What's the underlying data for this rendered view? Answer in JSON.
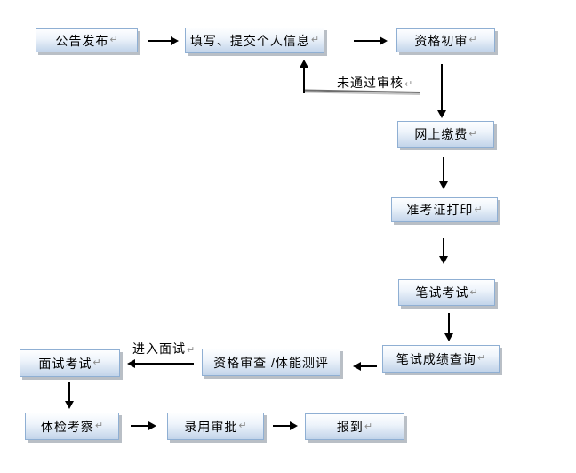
{
  "diagram": {
    "type": "flowchart",
    "return_mark": "↵",
    "nodes": [
      {
        "id": "announce",
        "label": "公告发布"
      },
      {
        "id": "fill-submit",
        "label": "填写、提交个人信息"
      },
      {
        "id": "prelim-review",
        "label": "资格初审"
      },
      {
        "id": "online-pay",
        "label": "网上缴费"
      },
      {
        "id": "ticket-print",
        "label": "准考证打印"
      },
      {
        "id": "written-exam",
        "label": "笔试考试"
      },
      {
        "id": "score-query",
        "label": "笔试成绩查询"
      },
      {
        "id": "qual-fitness",
        "label": "资格审查 /体能测评"
      },
      {
        "id": "interview",
        "label": "面试考试"
      },
      {
        "id": "physical-check",
        "label": "体检考察"
      },
      {
        "id": "approval",
        "label": "录用审批"
      },
      {
        "id": "report",
        "label": "报到"
      }
    ],
    "edge_labels": [
      {
        "id": "fail-review",
        "label": "未通过审核"
      },
      {
        "id": "to-interview",
        "label": "进入面试"
      }
    ],
    "edges": [
      "公告发布 → 填写、提交个人信息",
      "填写、提交个人信息 → 资格初审",
      "资格初审 → 填写、提交个人信息 (未通过审核)",
      "资格初审 → 网上缴费",
      "网上缴费 → 准考证打印",
      "准考证打印 → 笔试考试",
      "笔试考试 → 笔试成绩查询",
      "笔试成绩查询 → 资格审查 /体能测评",
      "资格审查 /体能测评 → 面试考试 (进入面试)",
      "面试考试 → 体检考察",
      "体检考察 → 录用审批",
      "录用审批 → 报到"
    ],
    "colors": {
      "box_border": "#8fafd3",
      "box_fill_top": "#fdfeff",
      "box_fill_bottom": "#c2d4ea",
      "shadow": "#b9bfc6",
      "arrow": "#000000",
      "text": "#000000",
      "mark": "#8a8a8a"
    }
  }
}
